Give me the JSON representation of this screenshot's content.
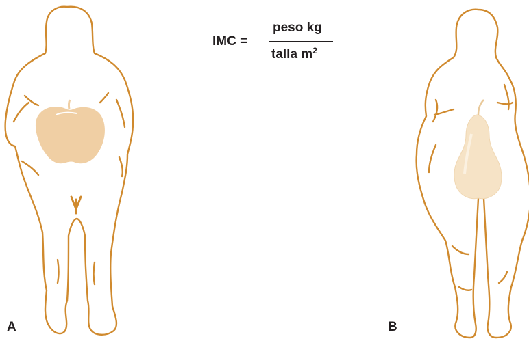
{
  "formula": {
    "lhs": "IMC =",
    "numerator": "peso kg",
    "denominator_base": "talla m",
    "denominator_exponent": "2"
  },
  "panels": [
    {
      "label": "A",
      "fruit": "apple-icon"
    },
    {
      "label": "B",
      "fruit": "pear-icon"
    }
  ],
  "colors": {
    "outline": "#d08a2e",
    "apple": "#f0cfa4",
    "pear": "#f6e3c6",
    "text": "#231f20"
  }
}
